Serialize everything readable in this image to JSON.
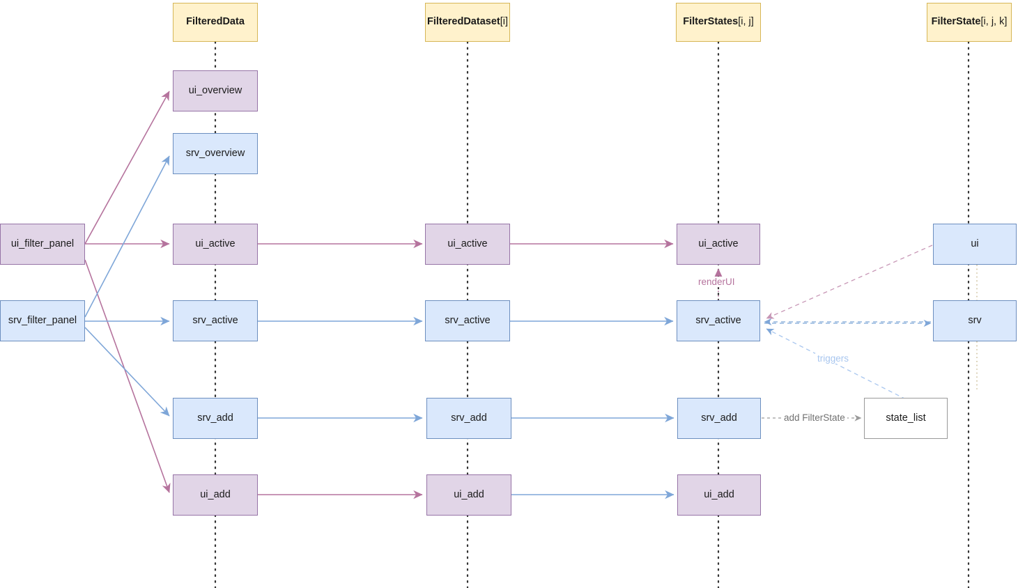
{
  "diagram": {
    "kind": "sequence-lifeline-diagram",
    "background": "#ffffff",
    "colors": {
      "header_fill": "#fff2cc",
      "header_stroke": "#d6b656",
      "purple_fill": "#e1d5e7",
      "purple_stroke": "#9673a6",
      "blue_fill": "#dae8fc",
      "blue_stroke": "#6c8ebf",
      "plain_fill": "#ffffff",
      "plain_stroke": "#999999",
      "purple_edge": "#b5739d",
      "blue_edge": "#7ea6d8",
      "gray_edge": "#9a9a9a",
      "lifeline": "#333333"
    },
    "headers": [
      {
        "name": "FilteredData",
        "index": ""
      },
      {
        "name": "FilteredDataset",
        "index": "[i]"
      },
      {
        "name": "FilterStates",
        "index": "[i, j]"
      },
      {
        "name": "FilterState",
        "index": "[i, j, k]"
      }
    ],
    "sources": [
      {
        "label": "ui_filter_panel",
        "style": "purple"
      },
      {
        "label": "srv_filter_panel",
        "style": "blue"
      }
    ],
    "column1": [
      {
        "label": "ui_overview",
        "style": "purple"
      },
      {
        "label": "srv_overview",
        "style": "blue"
      },
      {
        "label": "ui_active",
        "style": "purple"
      },
      {
        "label": "srv_active",
        "style": "blue"
      },
      {
        "label": "srv_add",
        "style": "blue"
      },
      {
        "label": "ui_add",
        "style": "purple"
      }
    ],
    "column2": [
      {
        "label": "ui_active",
        "style": "purple"
      },
      {
        "label": "srv_active",
        "style": "blue"
      },
      {
        "label": "srv_add",
        "style": "blue"
      },
      {
        "label": "ui_add",
        "style": "purple"
      }
    ],
    "column3": [
      {
        "label": "ui_active",
        "style": "purple"
      },
      {
        "label": "srv_active",
        "style": "blue"
      },
      {
        "label": "srv_add",
        "style": "blue"
      },
      {
        "label": "ui_add",
        "style": "purple"
      }
    ],
    "column4": [
      {
        "label": "ui",
        "style": "blue"
      },
      {
        "label": "srv",
        "style": "blue"
      },
      {
        "label": "state_list",
        "style": "plain"
      }
    ],
    "edge_labels": [
      {
        "text": "renderUI",
        "color": "#b5739d"
      },
      {
        "text": "triggers",
        "color": "#a8c6ef"
      },
      {
        "text": "add FilterState",
        "color": "#707070"
      }
    ]
  }
}
